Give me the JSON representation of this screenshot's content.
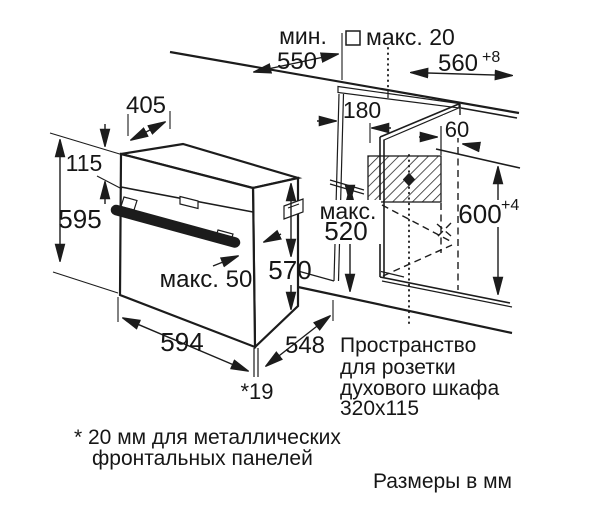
{
  "diagram": {
    "title": "Схема установки духового шкафа (размеры ниши)",
    "colors": {
      "line": "#1c1c1c",
      "background": "#ffffff",
      "text": "#161616"
    },
    "dims": {
      "min550_prefix": "мин.",
      "min550_value": "550",
      "max20": "макс. 20",
      "w560": "560",
      "w560_tol": "+8",
      "d405": "405",
      "d180": "180",
      "d60": "60",
      "d115": "115",
      "h595": "595",
      "max520_l1": "макс.",
      "max520_l2": "520",
      "d570": "570",
      "max50": "макс. 50",
      "h600": "600",
      "h600_tol": "+4",
      "w594": "594",
      "d548": "548",
      "gap19": "*19"
    },
    "socket_note": {
      "line1": "Пространство",
      "line2": "для розетки",
      "line3": "духового шкафа",
      "line4": "320x115"
    },
    "footnote": {
      "line1": "* 20 мм для металлических",
      "line2": "фронтальных панелей"
    },
    "units_note": "Размеры в мм"
  }
}
